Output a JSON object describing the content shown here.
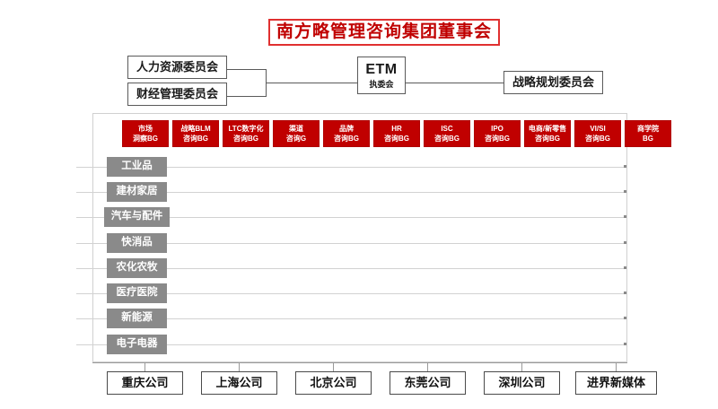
{
  "title": {
    "text": "南方略管理咨询集团董事会",
    "border_color": "#E03030",
    "text_color": "#C00000"
  },
  "committees": {
    "left": [
      {
        "label": "人力资源委员会"
      },
      {
        "label": "财经管理委员会"
      }
    ],
    "center": {
      "name": "ETM",
      "subtitle": "执委会"
    },
    "right": [
      {
        "label": "战略规划委员会"
      }
    ]
  },
  "business_groups": {
    "accent_color": "#C00000",
    "items": [
      {
        "line1": "市场",
        "line2": "洞察BG"
      },
      {
        "line1": "战略BLM",
        "line2": "咨询BG"
      },
      {
        "line1": "LTC数字化",
        "line2": "咨询BG"
      },
      {
        "line1": "渠道",
        "line2": "咨询G"
      },
      {
        "line1": "品牌",
        "line2": "咨询BG"
      },
      {
        "line1": "HR",
        "line2": "咨询BG"
      },
      {
        "line1": "ISC",
        "line2": "咨询BG"
      },
      {
        "line1": "IPO",
        "line2": "咨询BG"
      },
      {
        "line1": "电商/新零售",
        "line2": "咨询BG"
      },
      {
        "line1": "VI/SI",
        "line2": "咨询BG"
      },
      {
        "line1": "商学院",
        "line2": "BG"
      }
    ]
  },
  "industries": {
    "box_color": "#8A8A8A",
    "items": [
      {
        "label": "工业品"
      },
      {
        "label": "建材家居"
      },
      {
        "label": "汽车与配件"
      },
      {
        "label": "快消品"
      },
      {
        "label": "农化农牧"
      },
      {
        "label": "医疗医院"
      },
      {
        "label": "新能源"
      },
      {
        "label": "电子电器"
      }
    ]
  },
  "companies": {
    "items": [
      {
        "label": "重庆公司"
      },
      {
        "label": "上海公司"
      },
      {
        "label": "北京公司"
      },
      {
        "label": "东莞公司"
      },
      {
        "label": "深圳公司"
      },
      {
        "label": "进界新媒体"
      }
    ]
  }
}
